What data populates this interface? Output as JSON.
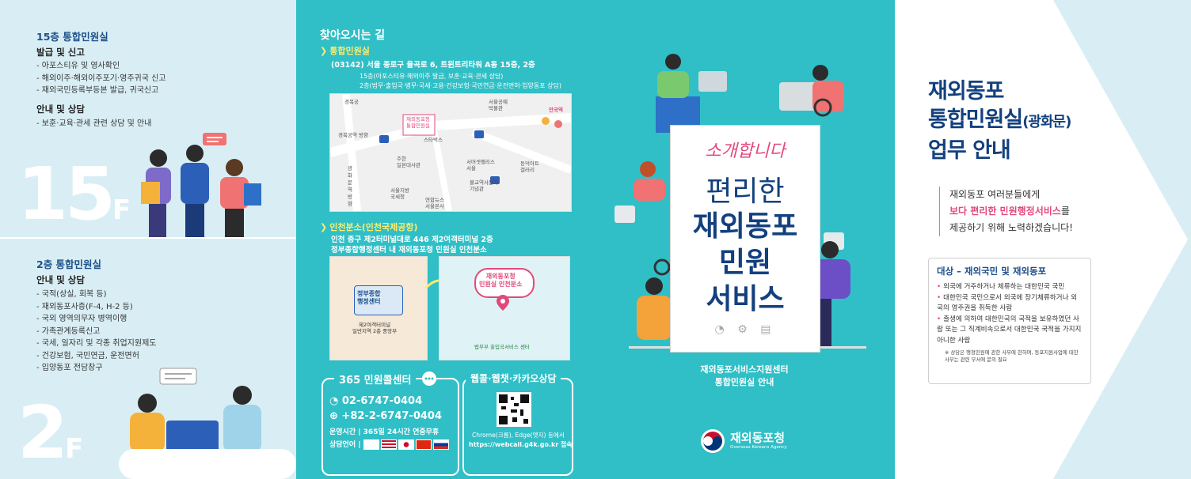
{
  "left": {
    "f15": {
      "title": "15층 통합민원실",
      "issue_title": "발급 및 신고",
      "issue_items": [
        "- 아포스티유 및 영사확인",
        "- 해외이주·해외이주포기·영주귀국 신고",
        "- 재외국민등록부등본 발급, 귀국신고"
      ],
      "consult_title": "안내 및 상담",
      "consult_items": [
        "- 보훈·교육·관세 관련 상담 및 안내"
      ],
      "floor_num": "15",
      "floor_f": "F"
    },
    "f2": {
      "title": "2층 통합민원실",
      "consult_title": "안내 및 상담",
      "items": [
        "- 국적(상실, 회복 등)",
        "- 재외동포사증(F-4, H-2 등)",
        "- 국외 영역의무자 병역이행",
        "- 가족관계등록신고",
        "- 국세, 일자리 및 각종 취업지원제도",
        "- 건강보험, 국민연금, 운전면허",
        "- 입양동포 전담창구"
      ],
      "floor_num": "2",
      "floor_f": "F"
    }
  },
  "middle": {
    "directions_title": "찾아오시는 길",
    "office_tag": "통합민원실",
    "office_addr": "(03142) 서울 종로구 율곡로 6, 트윈트리타워 A동 15층, 2층",
    "office_15": "15층(아포스티유·해외이주 발급, 보훈·교육·관세 상담)",
    "office_2": "2층(법무·출입국·병무·국세·고용·건강보험·국민연금·운전면허·입양동포 상담)",
    "map1": {
      "gyeongbok": "경복궁",
      "seoul_museum": "서울공예\n박물관",
      "anguk": "안국역",
      "office_label": "재외동포청\n통합민원실",
      "starbucks": "스타벅스",
      "japan_embassy": "주한\n일본대사관",
      "seoul_ctr": "서머셋팰리스\n서울",
      "gallery": "동덕아트\n갤러리",
      "nts": "서울지방\n국세청",
      "yonhap": "연합뉴스\n서울본사",
      "bulgwang": "불교역사문화\n기념관",
      "gwanghwamun": "광화문역방향",
      "gyeongbok_dir": "경복궁역 방향",
      "bus": "BUS"
    },
    "incheon_tag": "인천분소(인천국제공항)",
    "incheon_addr1": "인천 중구 제2터미널대로 446 제2여객터미널 2층",
    "incheon_addr2": "정부종합행정센터 내 재외동포청 민원실 인천분소",
    "map2": {
      "gov_center": "정부종합\n행정센터",
      "terminal": "제2여객터미널\n일반지역 2층 중앙부",
      "branch_label": "재외동포청\n민원실 인천분소",
      "bottom_label": "법무부 출입국서비스 센터"
    },
    "call_title": "365 민원콜센터",
    "phone1": "02-6747-0404",
    "phone2": "+82-2-6747-0404",
    "hours": "운영시간 | 365일 24시간 연중무휴",
    "languages": "상담언어 |",
    "web_title": "웹콜·웹챗·카카오상담",
    "browser": "Chrome(크롬), Edge(엣지) 등에서",
    "web_url": "https://webcall.g4k.go.kr 접속",
    "poster": {
      "script": "소개합니다",
      "line1": "편리한",
      "line2": "재외동포",
      "line3": "민원",
      "line4": "서비스"
    },
    "caption1": "재외동포서비스지원센터",
    "caption2": "통합민원실 안내",
    "agency_ko": "재외동포청",
    "agency_en": "Overseas Koreans Agency"
  },
  "right": {
    "title1": "재외동포",
    "title2": "통합민원실",
    "title2_sm": "(광화문)",
    "title3": "업무 안내",
    "intro1": "재외동포 여러분들에게",
    "intro2_hl": "보다 편리한 민원행정서비스",
    "intro2_rest": "를",
    "intro3": "제공하기 위해 노력하겠습니다!",
    "target_title": "대상 – 재외국민 및 재외동포",
    "target_items": [
      "외국에 거주하거나 체류하는 대한민국 국민",
      "대한민국 국민으로서 외국에 장기체류하거나 외국의 영주권을 취득한 사람",
      "출생에 의하여 대한민국의 국적을 보유하였던 사람 또는 그 직계비속으로서 대한민국 국적을 가지지 아니한 사람"
    ],
    "target_note": "※ 상담은 행정민원에 관한 사무에 한하며, 동포지원사업에 대한 사무는 관련 부서에 문의 필요"
  },
  "colors": {
    "teal": "#30bfc6",
    "navy": "#13407e",
    "light_blue": "#d9eef4",
    "pink": "#e2497b",
    "yellow": "#ffec6b"
  }
}
